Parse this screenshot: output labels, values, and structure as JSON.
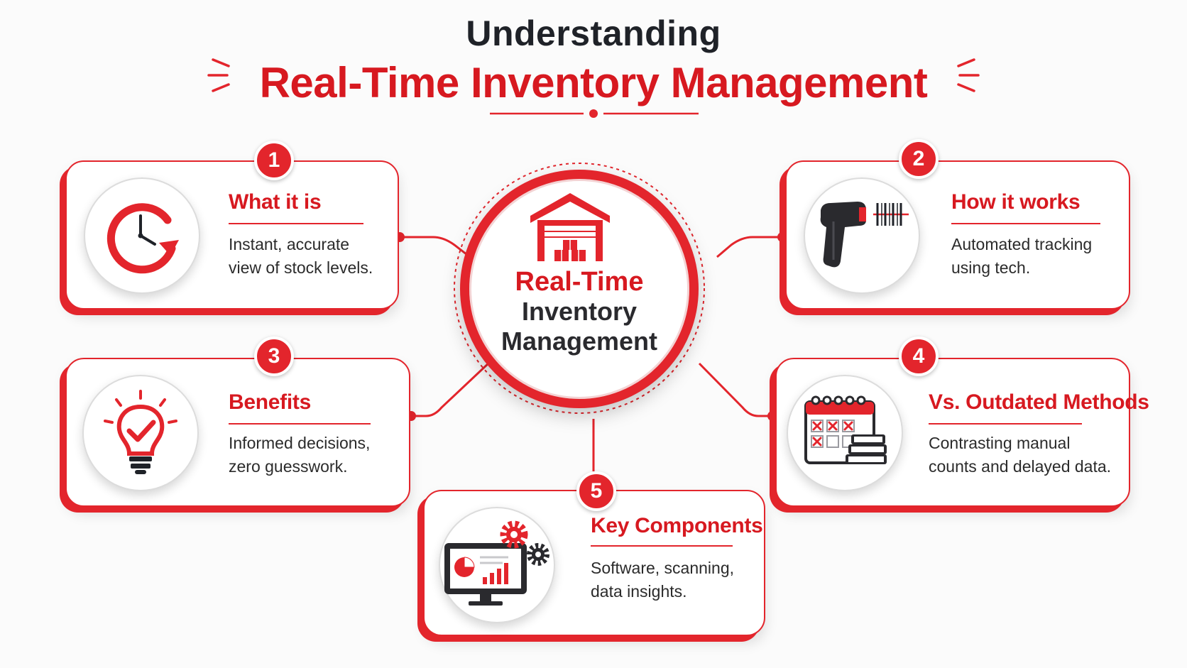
{
  "header": {
    "title_line1": "Understanding",
    "title_line2": "Real-Time Inventory Management"
  },
  "hub": {
    "line1": "Real-Time",
    "line2": "Inventory",
    "line3": "Management",
    "icon": "warehouse-icon"
  },
  "cards": [
    {
      "number": "1",
      "title": "What it is",
      "text_line1": "Instant, accurate",
      "text_line2": "view of stock levels.",
      "icon": "clock-refresh-icon"
    },
    {
      "number": "2",
      "title": "How it works",
      "text_line1": "Automated tracking",
      "text_line2": "using tech.",
      "icon": "barcode-scanner-icon"
    },
    {
      "number": "3",
      "title": "Benefits",
      "text_line1": "Informed decisions,",
      "text_line2": "zero guesswork.",
      "icon": "lightbulb-check-icon"
    },
    {
      "number": "4",
      "title": "Vs. Outdated Methods",
      "text_line1": "Contrasting manual",
      "text_line2": "counts and delayed data.",
      "icon": "calendar-books-icon"
    },
    {
      "number": "5",
      "title": "Key Components",
      "text_line1": "Software, scanning,",
      "text_line2": "data insights.",
      "icon": "monitor-gears-icon"
    }
  ],
  "colors": {
    "accent": "#e3252c",
    "title_red": "#d71920",
    "dark": "#1f2228",
    "background": "#fbfbfb"
  }
}
